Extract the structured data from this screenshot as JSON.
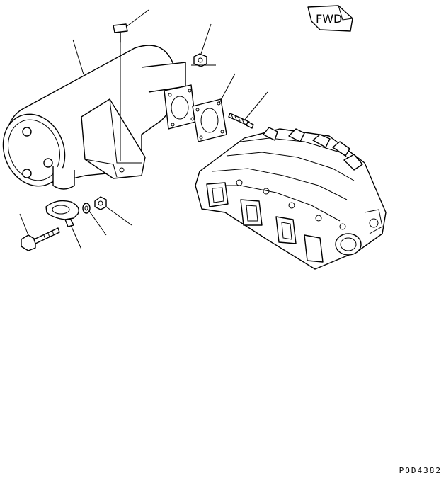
{
  "diagram": {
    "direction_marker": {
      "label": "FWD"
    },
    "reference_code": "POD4382",
    "parts": [
      {
        "id": "muffler"
      },
      {
        "id": "bracket-bolt"
      },
      {
        "id": "nut"
      },
      {
        "id": "flange-gasket"
      },
      {
        "id": "stud"
      },
      {
        "id": "clamp-bolt"
      },
      {
        "id": "clamp-band"
      },
      {
        "id": "washer"
      },
      {
        "id": "clamp-nut"
      },
      {
        "id": "cylinder-head"
      }
    ]
  }
}
